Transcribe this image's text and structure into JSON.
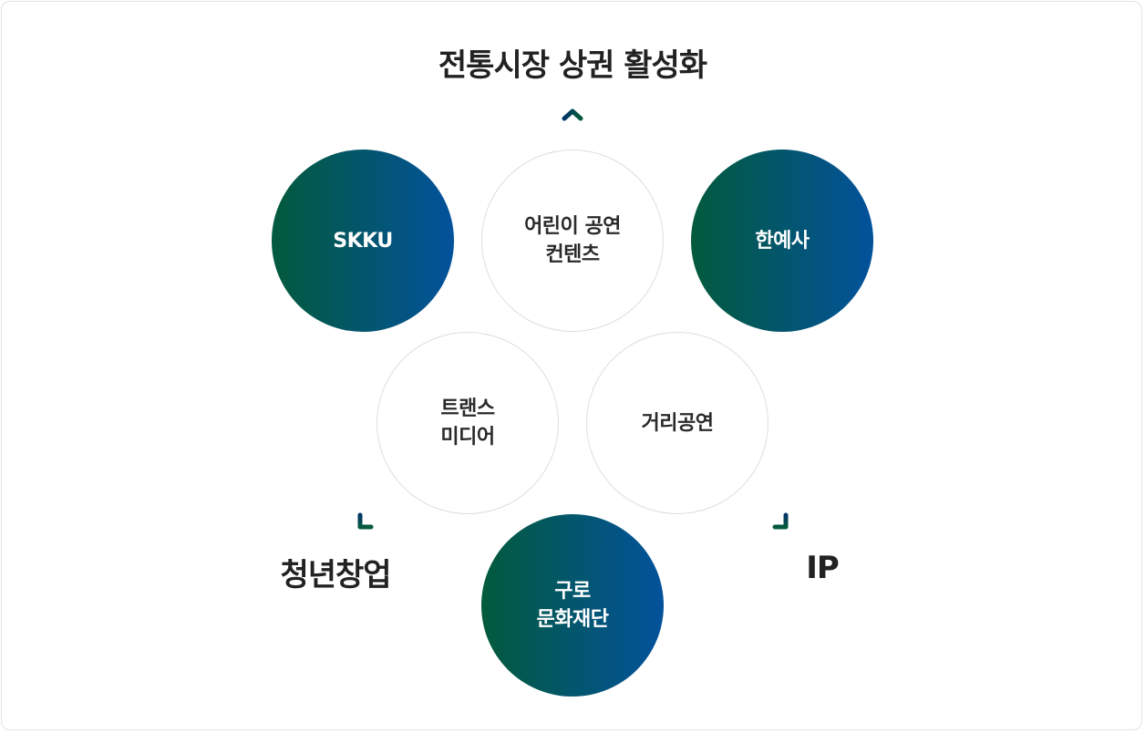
{
  "title": "전통시장 상권 활성화",
  "circles": {
    "skku": "SKKU",
    "kids": "어린이 공연\n컨텐츠",
    "hanyesa": "한예사",
    "trans": "트랜스\n미디어",
    "street": "거리공연",
    "guro": "구로\n문화재단"
  },
  "labels": {
    "startup": "청년창업",
    "ip": "IP"
  },
  "colors": {
    "gradient_start": "#035a3c",
    "gradient_end": "#03529c"
  }
}
